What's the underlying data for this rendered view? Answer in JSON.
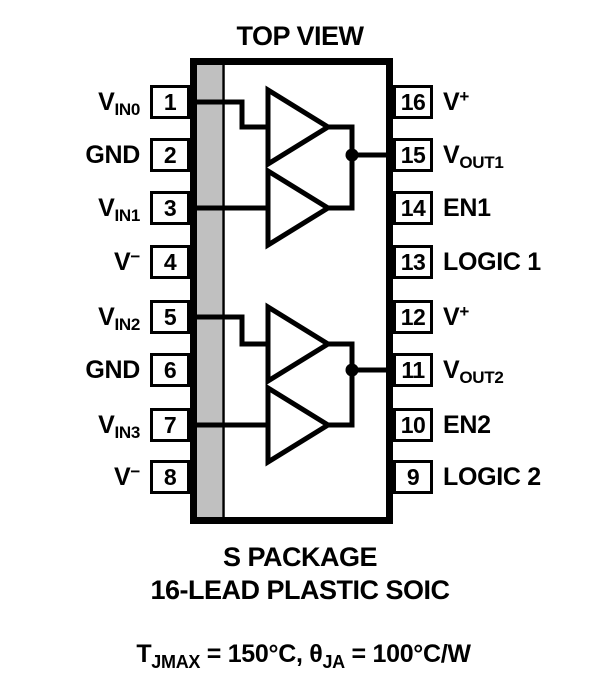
{
  "title": "TOP VIEW",
  "caption": {
    "line1": "S PACKAGE",
    "line2": "16-LEAD PLASTIC SOIC"
  },
  "thermal": {
    "part1": "T",
    "sub1": "JMAX",
    "part2": " = 150°C, θ",
    "sub2": "JA",
    "part3": " = 100°C/W"
  },
  "colors": {
    "line": "#000000",
    "strip": "#c0c0c0",
    "background": "#ffffff"
  },
  "icons": {
    "buffer_triangle": "buffer-amplifier-symbol",
    "junction_dot": "wire-junction-dot"
  },
  "pins": {
    "left": [
      {
        "number": "1",
        "label_main": "V",
        "label_sub": "IN0",
        "label_sup": ""
      },
      {
        "number": "2",
        "label_main": "GND",
        "label_sub": "",
        "label_sup": ""
      },
      {
        "number": "3",
        "label_main": "V",
        "label_sub": "IN1",
        "label_sup": ""
      },
      {
        "number": "4",
        "label_main": "V",
        "label_sub": "",
        "label_sup": "−"
      },
      {
        "number": "5",
        "label_main": "V",
        "label_sub": "IN2",
        "label_sup": ""
      },
      {
        "number": "6",
        "label_main": "GND",
        "label_sub": "",
        "label_sup": ""
      },
      {
        "number": "7",
        "label_main": "V",
        "label_sub": "IN3",
        "label_sup": ""
      },
      {
        "number": "8",
        "label_main": "V",
        "label_sub": "",
        "label_sup": "−"
      }
    ],
    "right": [
      {
        "number": "16",
        "label_main": "V",
        "label_sub": "",
        "label_sup": "+"
      },
      {
        "number": "15",
        "label_main": "V",
        "label_sub": "OUT1",
        "label_sup": ""
      },
      {
        "number": "14",
        "label_main": "EN1",
        "label_sub": "",
        "label_sup": ""
      },
      {
        "number": "13",
        "label_main": "LOGIC 1",
        "label_sub": "",
        "label_sup": ""
      },
      {
        "number": "12",
        "label_main": "V",
        "label_sub": "",
        "label_sup": "+"
      },
      {
        "number": "11",
        "label_main": "V",
        "label_sub": "OUT2",
        "label_sup": ""
      },
      {
        "number": "10",
        "label_main": "EN2",
        "label_sub": "",
        "label_sup": ""
      },
      {
        "number": "9",
        "label_main": "LOGIC 2",
        "label_sub": "",
        "label_sup": ""
      }
    ]
  }
}
